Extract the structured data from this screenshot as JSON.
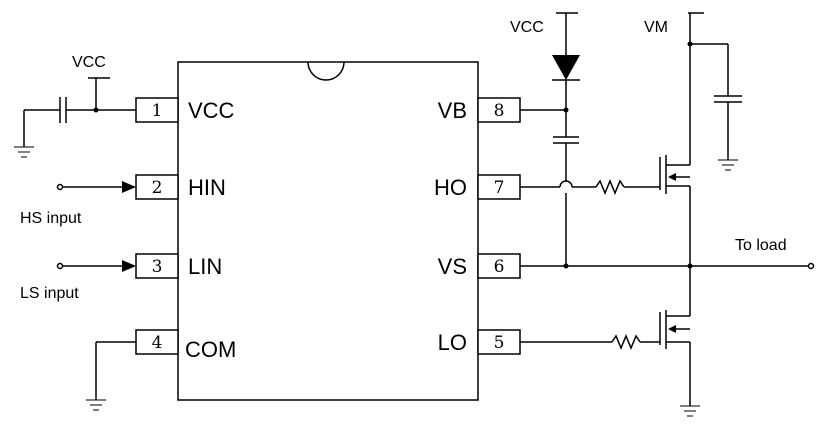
{
  "ic": {
    "left_pins": [
      {
        "num": "1",
        "label": "VCC"
      },
      {
        "num": "2",
        "label": "HIN"
      },
      {
        "num": "3",
        "label": "LIN"
      },
      {
        "num": "4",
        "label": "COM"
      }
    ],
    "right_pins": [
      {
        "num": "8",
        "label": "VB"
      },
      {
        "num": "7",
        "label": "HO"
      },
      {
        "num": "6",
        "label": "VS"
      },
      {
        "num": "5",
        "label": "LO"
      }
    ]
  },
  "nets": {
    "vcc_left": "VCC",
    "vcc_right": "VCC",
    "vm": "VM",
    "hs_input": "HS input",
    "ls_input": "LS input",
    "to_load": "To load"
  },
  "colors": {
    "ink": "#000000",
    "background": "#ffffff"
  }
}
